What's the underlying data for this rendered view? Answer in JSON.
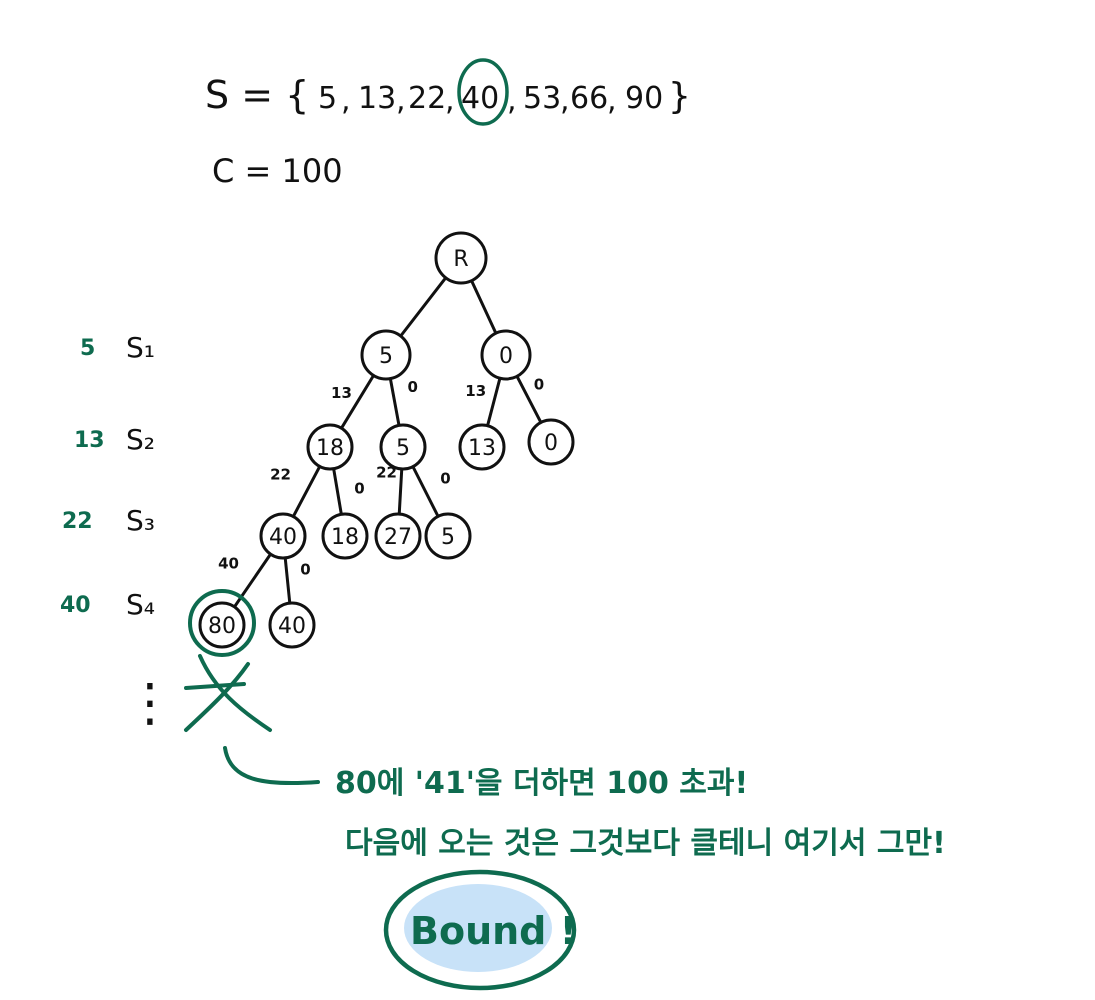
{
  "colors": {
    "ink": "#111111",
    "green": "#0e6b4f",
    "highlight": "#c8e2f8"
  },
  "set_line": {
    "prefix": "S = {",
    "items": [
      "5",
      "13",
      "22",
      "40",
      "53",
      "66",
      "90"
    ],
    "circled": "40",
    "suffix": "}"
  },
  "capacity": "C = 100",
  "tree": {
    "nodes": [
      {
        "id": "root",
        "label": "R",
        "level": 0
      },
      {
        "id": "a",
        "label": "5",
        "level": 1
      },
      {
        "id": "b",
        "label": "0",
        "level": 1
      },
      {
        "id": "c",
        "label": "18",
        "level": 2
      },
      {
        "id": "d",
        "label": "5",
        "level": 2
      },
      {
        "id": "e",
        "label": "13",
        "level": 2
      },
      {
        "id": "f",
        "label": "0",
        "level": 2
      },
      {
        "id": "g",
        "label": "40",
        "level": 3
      },
      {
        "id": "h",
        "label": "18",
        "level": 3
      },
      {
        "id": "i",
        "label": "27",
        "level": 3
      },
      {
        "id": "j",
        "label": "5",
        "level": 3
      },
      {
        "id": "k",
        "label": "80",
        "level": 4,
        "circled": true
      },
      {
        "id": "l",
        "label": "40",
        "level": 4
      }
    ],
    "edges": [
      {
        "from": "root",
        "to": "a",
        "label": ""
      },
      {
        "from": "root",
        "to": "b",
        "label": ""
      },
      {
        "from": "a",
        "to": "c",
        "label": "13"
      },
      {
        "from": "a",
        "to": "d",
        "label": "0"
      },
      {
        "from": "b",
        "to": "e",
        "label": "13"
      },
      {
        "from": "b",
        "to": "f",
        "label": "0"
      },
      {
        "from": "c",
        "to": "g",
        "label": "22"
      },
      {
        "from": "c",
        "to": "h",
        "label": "0"
      },
      {
        "from": "d",
        "to": "i",
        "label": "22"
      },
      {
        "from": "d",
        "to": "j",
        "label": "0"
      },
      {
        "from": "g",
        "to": "k",
        "label": "40"
      },
      {
        "from": "g",
        "to": "l",
        "label": "0"
      }
    ]
  },
  "levels": [
    {
      "value": "5",
      "label": "S₁"
    },
    {
      "value": "13",
      "label": "S₂"
    },
    {
      "value": "22",
      "label": "S₃"
    },
    {
      "value": "40",
      "label": "S₄"
    }
  ],
  "ellipsis": "⋮",
  "annotation": {
    "line1": "80에 '41'을 더하면 100 초과!",
    "line2": "다음에 오는 것은 그것보다 클테니 여기서 그만!"
  },
  "bound": "Bound !"
}
